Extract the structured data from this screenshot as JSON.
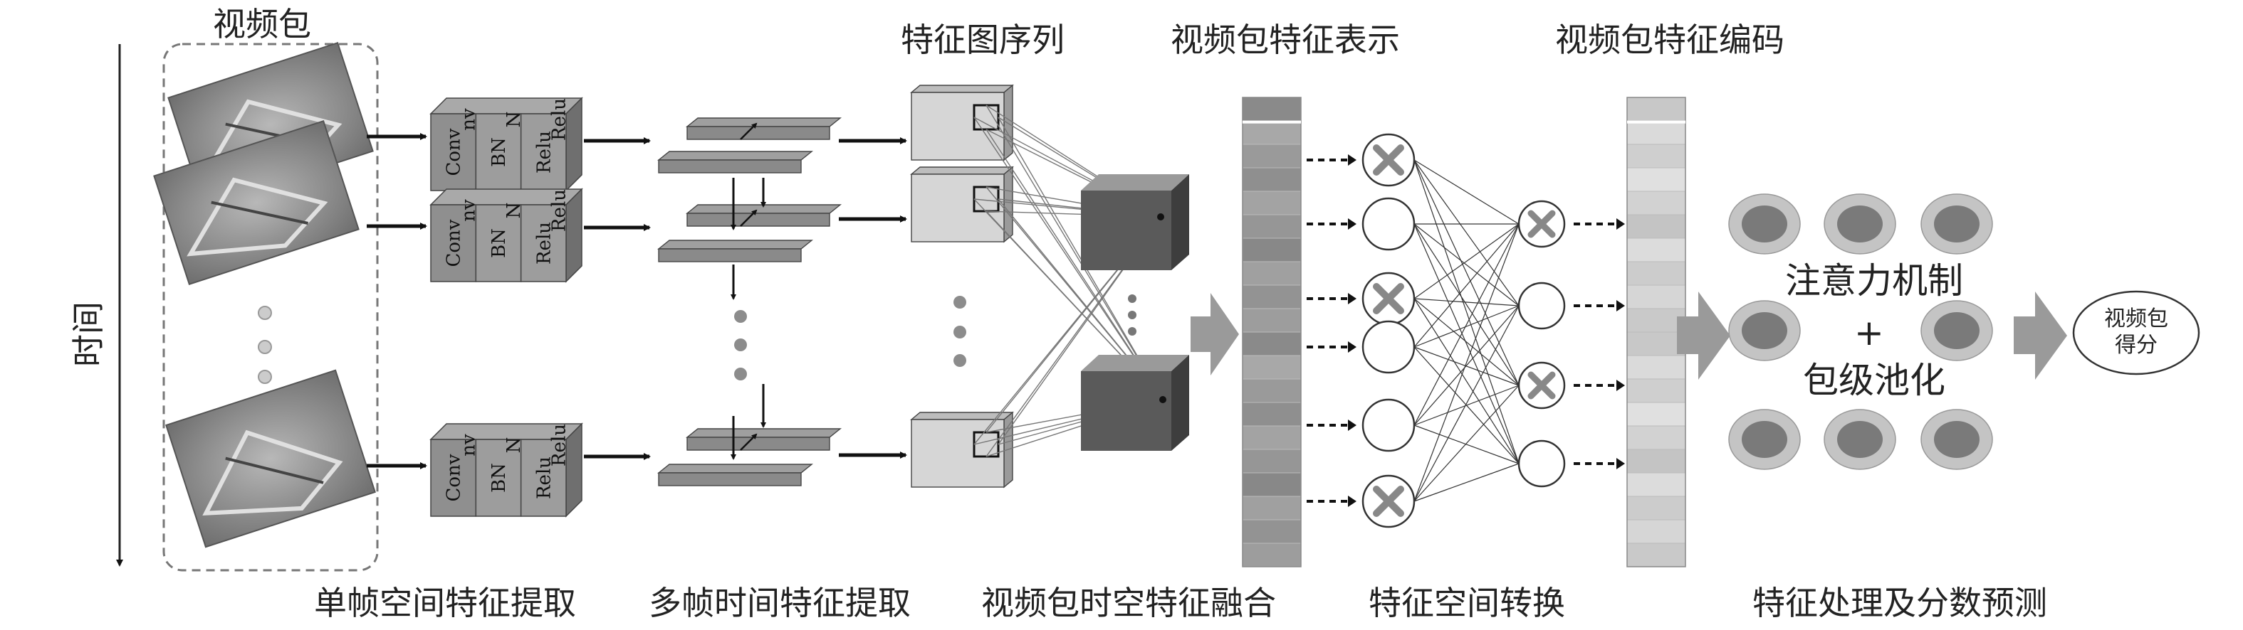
{
  "labels": {
    "video_bag": "视频包",
    "time_axis": "时间",
    "feature_map_seq": "特征图序列",
    "bag_feature_repr": "视频包特征表示",
    "bag_feature_code": "视频包特征编码",
    "attention": "注意力机制",
    "plus": "+",
    "bag_pooling": "包级池化",
    "score_line1": "视频包",
    "score_line2": "得分"
  },
  "stages": [
    "单帧空间特征提取",
    "多帧时间特征提取",
    "视频包时空特征融合",
    "特征空间转换",
    "特征处理及分数预测"
  ],
  "layers": {
    "conv": "Conv",
    "bn": "BN",
    "relu": "Relu",
    "partial_conv": "nv",
    "partial_bn": "N",
    "partial_n": "n"
  },
  "colors": {
    "dark_gray": "#5a5a5a",
    "mid_gray": "#8c8c8c",
    "light_gray": "#d4d4d4",
    "dot_gray": "#888888",
    "arrow_gray": "#9a9a9a"
  }
}
